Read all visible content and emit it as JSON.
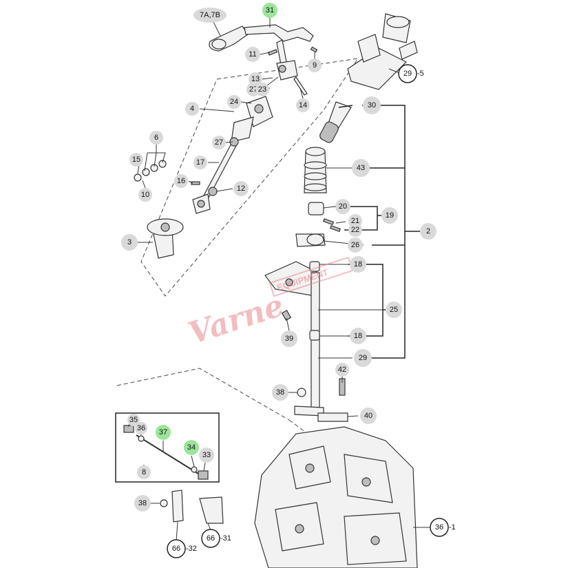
{
  "callouts": {
    "c_7a7b": "7A,7B",
    "c_31": "31",
    "c_11": "11",
    "c_9": "9",
    "c_29": "29",
    "c_29_suffix": "-5",
    "c_13": "13",
    "c_27a": "27",
    "c_23": "23",
    "c_14": "14",
    "c_24": "24",
    "c_4": "4",
    "c_30": "30",
    "c_6": "6",
    "c_15": "15",
    "c_10": "10",
    "c_27b": "27",
    "c_17": "17",
    "c_43": "43",
    "c_16": "16",
    "c_12": "12",
    "c_20": "20",
    "c_19": "19",
    "c_21": "21",
    "c_22": "22",
    "c_2": "2",
    "c_3": "3",
    "c_26": "26",
    "c_18a": "18",
    "c_25": "25",
    "c_39": "39",
    "c_18b": "18",
    "c_29b": "29",
    "c_42": "42",
    "c_38a": "38",
    "c_40": "40",
    "c_35": "35",
    "c_36": "36",
    "c_37": "37",
    "c_34": "34",
    "c_33": "33",
    "c_8": "8",
    "c_38b": "38",
    "c_66a": "66",
    "c_66a_suffix": "-31",
    "c_66b": "66",
    "c_66b_suffix": "-32",
    "c_36b": "36",
    "c_36b_suffix": "-1"
  },
  "watermark": {
    "text": "Varne",
    "box_text": "EQUIPMENT"
  },
  "colors": {
    "callout_grey": "#d9d9d9",
    "callout_highlight": "#9be59b",
    "watermark": "#e8888f"
  }
}
